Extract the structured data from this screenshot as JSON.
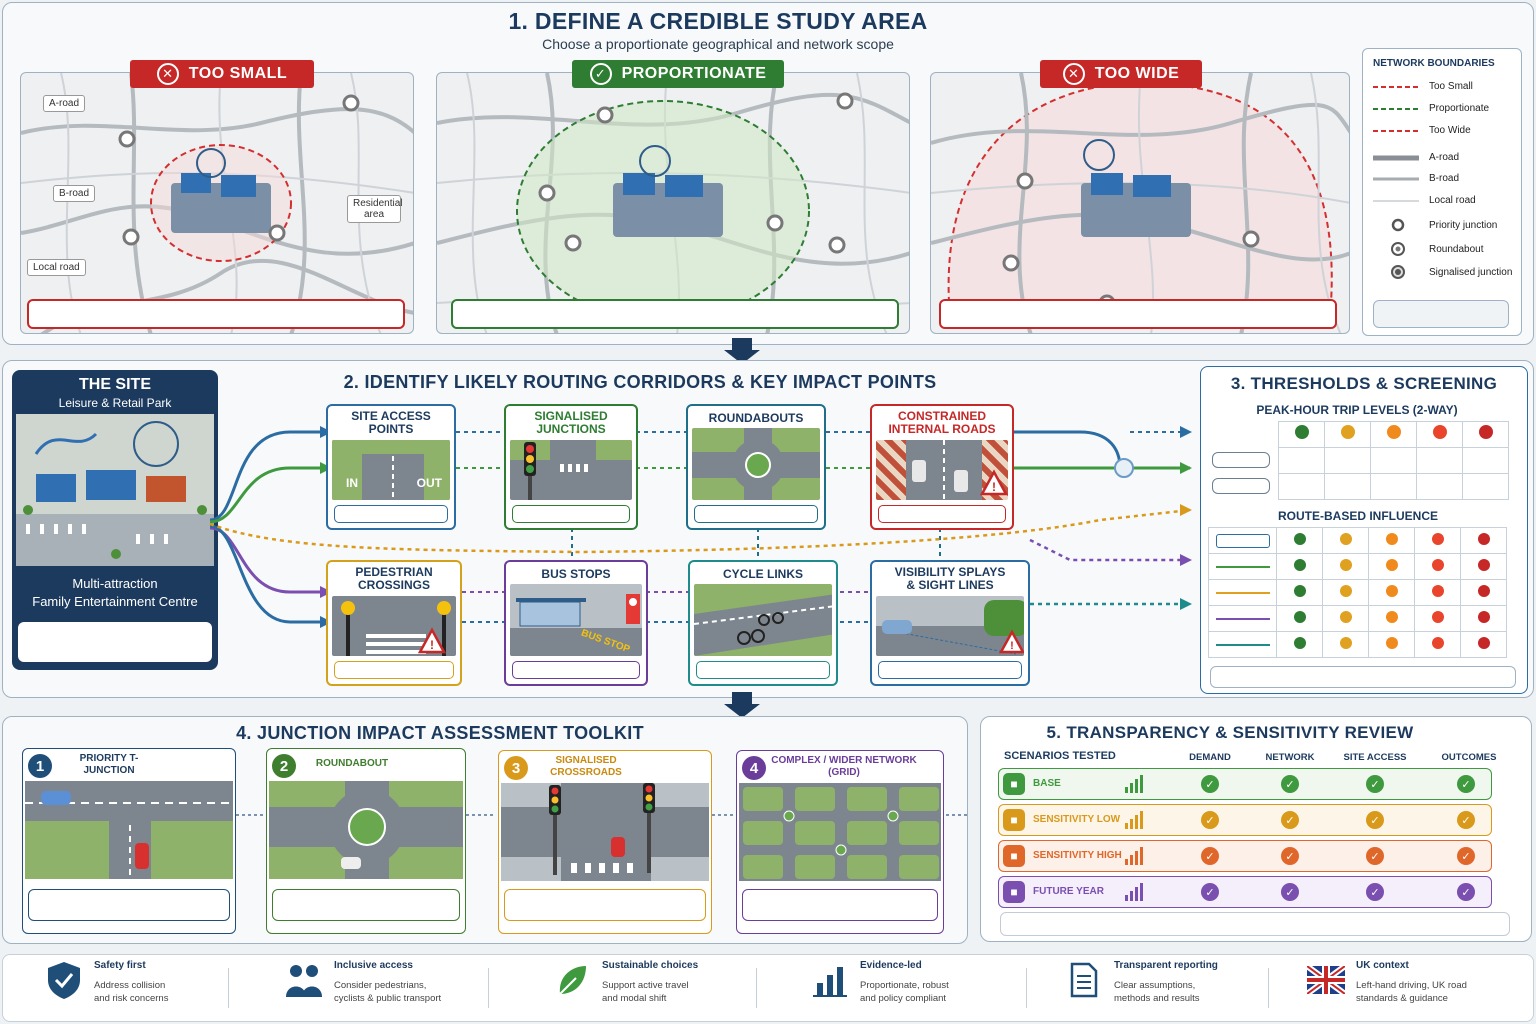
{
  "section1": {
    "title": "1. DEFINE A CREDIBLE STUDY AREA",
    "subtitle": "Choose a proportionate geographical and network scope",
    "panels": [
      {
        "badge": "TOO SMALL",
        "color": "#c62828",
        "badge_icon": "x-icon"
      },
      {
        "badge": "PROPORTIONATE",
        "color": "#2e7d32",
        "badge_icon": "check-icon"
      },
      {
        "badge": "TOO WIDE",
        "color": "#c62828",
        "badge_icon": "x-icon"
      }
    ],
    "map_labels": [
      "A-road",
      "B-road",
      "Local road",
      "Residential area"
    ]
  },
  "legend": {
    "title": "NETWORK BOUNDARIES",
    "items": [
      {
        "label": "Too Small",
        "color": "#d32f2f",
        "style": "dashed"
      },
      {
        "label": "Proportionate",
        "color": "#2e7d32",
        "style": "dashed"
      },
      {
        "label": "Too Wide",
        "color": "#d32f2f",
        "style": "dashed"
      },
      {
        "label": "A-road",
        "color": "#8a8f95",
        "style": "thick"
      },
      {
        "label": "B-road",
        "color": "#a7acb1",
        "style": "medium"
      },
      {
        "label": "Local road",
        "color": "#c9cdd1",
        "style": "thin"
      },
      {
        "label": "Priority junction",
        "color": "#555",
        "style": "ring"
      },
      {
        "label": "Roundabout",
        "color": "#555",
        "style": "ring2"
      },
      {
        "label": "Signalised junction",
        "color": "#555",
        "style": "ring3"
      }
    ]
  },
  "section2": {
    "title": "2. IDENTIFY LIKELY ROUTING CORRIDORS & KEY IMPACT POINTS",
    "site_title": "THE SITE",
    "site_sub": "Leisure & Retail Park",
    "site_desc1": "Multi-attraction",
    "site_desc2": "Family Entertainment Centre",
    "cards_top": [
      {
        "title": "SITE ACCESS POINTS",
        "color": "#2b6ca3",
        "in": "IN",
        "out": "OUT"
      },
      {
        "title": "SIGNALISED JUNCTIONS",
        "color": "#2e7d32"
      },
      {
        "title": "ROUNDABOUTS",
        "color": "#1f6f8b"
      },
      {
        "title": "CONSTRAINED INTERNAL ROADS",
        "color": "#c62828"
      }
    ],
    "cards_bottom": [
      {
        "title": "PEDESTRIAN CROSSINGS",
        "color": "#d4a21a"
      },
      {
        "title": "BUS STOPS",
        "color": "#6a3d9a",
        "road_text": "BUS STOP"
      },
      {
        "title": "CYCLE LINKS",
        "color": "#1f8b8b"
      },
      {
        "title": "VISIBILITY SPLAYS & SIGHT LINES",
        "color": "#2b6ca3"
      }
    ]
  },
  "section3": {
    "title": "3. THRESHOLDS & SCREENING",
    "peak_title": "PEAK-HOUR TRIP LEVELS (2-WAY)",
    "route_title": "ROUTE-BASED INFLUENCE",
    "dot_colors": [
      "#2e7d32",
      "#e0a020",
      "#f08a1c",
      "#e8452c",
      "#c62828"
    ],
    "route_line_colors": [
      "#2b6ca3",
      "#3f9a3f",
      "#e0a020",
      "#7a4fb0",
      "#1f8b8b"
    ]
  },
  "section4": {
    "title": "4. JUNCTION IMPACT ASSESSMENT TOOLKIT",
    "cards": [
      {
        "num": "1",
        "title": "PRIORITY T-JUNCTION",
        "color": "#1f4e79"
      },
      {
        "num": "2",
        "title": "ROUNDABOUT",
        "color": "#3f7d2f"
      },
      {
        "num": "3",
        "title": "SIGNALISED CROSSROADS",
        "color": "#d99a1c"
      },
      {
        "num": "4",
        "title": "COMPLEX / WIDER NETWORK (GRID)",
        "color": "#6a3d9a"
      }
    ]
  },
  "section5": {
    "title": "5. TRANSPARENCY & SENSITIVITY REVIEW",
    "scenarios_header": "SCENARIOS TESTED",
    "columns": [
      "DEMAND",
      "NETWORK",
      "SITE ACCESS",
      "OUTCOMES"
    ],
    "rows": [
      {
        "label": "BASE",
        "color": "#3f9a3f",
        "bg": "#f0f7ee"
      },
      {
        "label": "SENSITIVITY LOW",
        "color": "#d99a1c",
        "bg": "#fdf6e8"
      },
      {
        "label": "SENSITIVITY HIGH",
        "color": "#e0672a",
        "bg": "#fdf0e8"
      },
      {
        "label": "FUTURE YEAR",
        "color": "#7a4fb0",
        "bg": "#f4effa"
      }
    ]
  },
  "footer": [
    {
      "title": "Safety first",
      "d1": "Address collision",
      "d2": "and risk concerns",
      "icon": "shield-icon"
    },
    {
      "title": "Inclusive access",
      "d1": "Consider pedestrians,",
      "d2": "cyclists & public transport",
      "icon": "people-icon"
    },
    {
      "title": "Sustainable choices",
      "d1": "Support active travel",
      "d2": "and modal shift",
      "icon": "leaf-icon"
    },
    {
      "title": "Evidence-led",
      "d1": "Proportionate, robust",
      "d2": "and policy compliant",
      "icon": "bar-chart-icon"
    },
    {
      "title": "Transparent reporting",
      "d1": "Clear assumptions,",
      "d2": "methods and results",
      "icon": "document-icon"
    },
    {
      "title": "UK context",
      "d1": "Left-hand driving, UK road",
      "d2": "standards & guidance",
      "icon": "uk-flag-icon"
    }
  ]
}
